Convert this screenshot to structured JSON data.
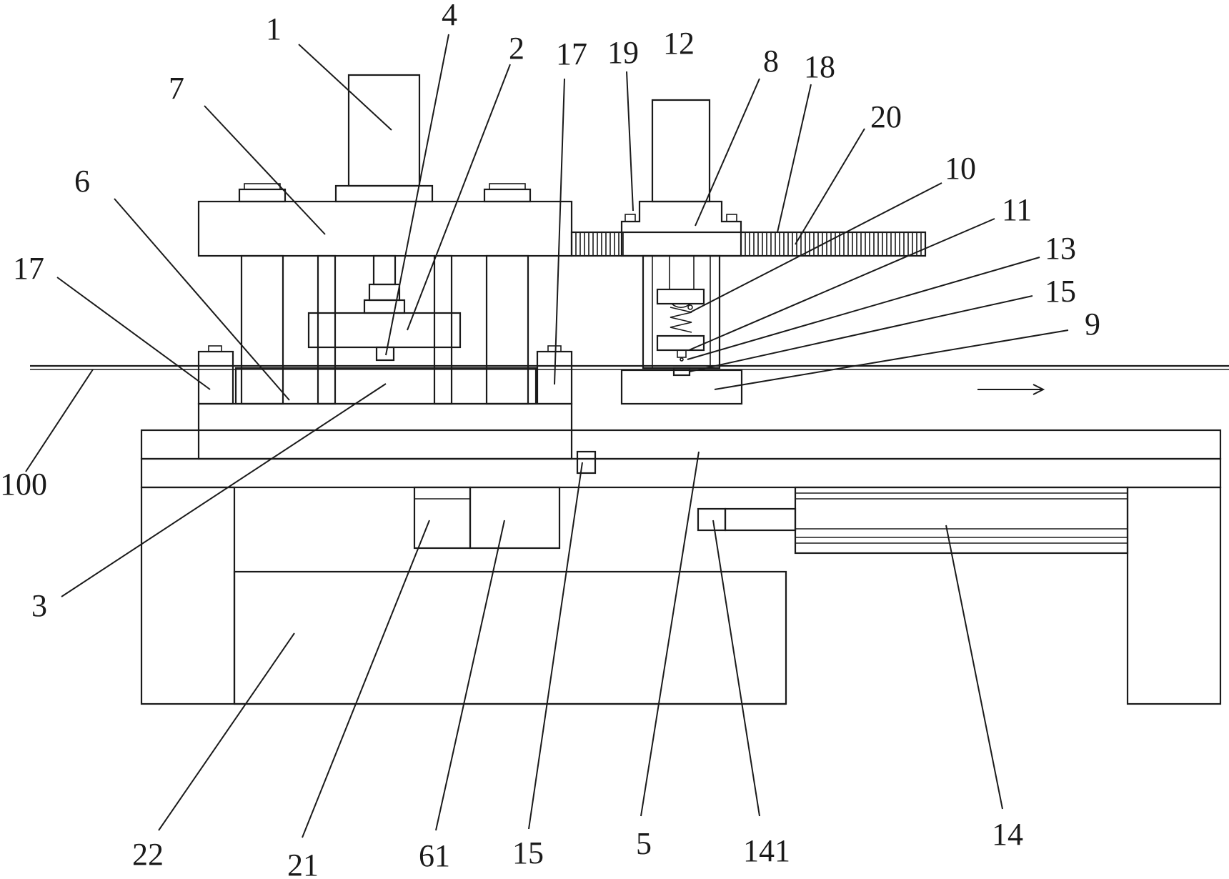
{
  "diagram": {
    "labels": [
      {
        "id": "l1",
        "text": "1"
      },
      {
        "id": "l4",
        "text": "4"
      },
      {
        "id": "l2",
        "text": "2"
      },
      {
        "id": "l17a",
        "text": "17"
      },
      {
        "id": "l19",
        "text": "19"
      },
      {
        "id": "l12",
        "text": "12"
      },
      {
        "id": "l8",
        "text": "8"
      },
      {
        "id": "l18",
        "text": "18"
      },
      {
        "id": "l20",
        "text": "20"
      },
      {
        "id": "l7",
        "text": "7"
      },
      {
        "id": "l10",
        "text": "10"
      },
      {
        "id": "l6",
        "text": "6"
      },
      {
        "id": "l11",
        "text": "11"
      },
      {
        "id": "l13",
        "text": "13"
      },
      {
        "id": "l17b",
        "text": "17"
      },
      {
        "id": "l15a",
        "text": "15"
      },
      {
        "id": "l9",
        "text": "9"
      },
      {
        "id": "l100",
        "text": "100"
      },
      {
        "id": "l3",
        "text": "3"
      },
      {
        "id": "l22",
        "text": "22"
      },
      {
        "id": "l21",
        "text": "21"
      },
      {
        "id": "l61",
        "text": "61"
      },
      {
        "id": "l15b",
        "text": "15"
      },
      {
        "id": "l5",
        "text": "5"
      },
      {
        "id": "l141",
        "text": "141"
      },
      {
        "id": "l14",
        "text": "14"
      }
    ],
    "direction_arrow": "→"
  }
}
